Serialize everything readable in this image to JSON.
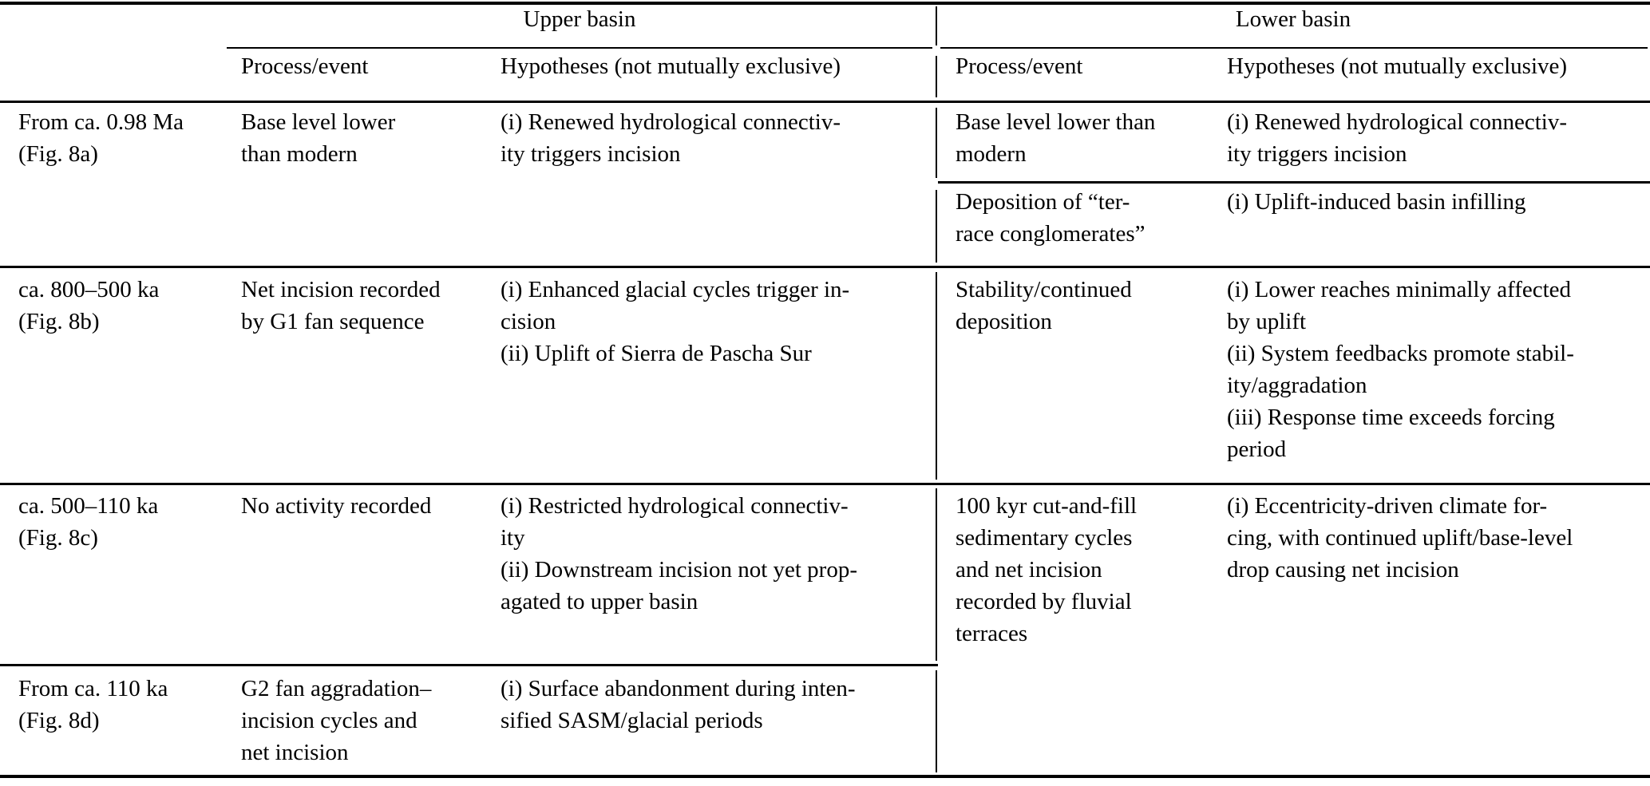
{
  "table": {
    "groups": {
      "upper": "Upper basin",
      "lower": "Lower basin"
    },
    "headers": {
      "process": "Process/event",
      "hypotheses": "Hypotheses (not mutually exclusive)"
    },
    "rows": [
      {
        "period": "From ca. 0.98 Ma\n(Fig. 8a)",
        "upper": {
          "process": "Base level lower\nthan modern",
          "hypotheses": "(i) Renewed hydrological connectiv-\nity triggers incision"
        },
        "lower_subrows": [
          {
            "process": "Base level lower than\nmodern",
            "hypotheses": "(i) Renewed hydrological connectiv-\nity triggers incision"
          },
          {
            "process": "Deposition of “ter-\nrace conglomerates”",
            "hypotheses": "(i) Uplift-induced basin infilling"
          }
        ]
      },
      {
        "period": "ca. 800–500 ka\n(Fig. 8b)",
        "upper": {
          "process": "Net incision recorded\nby G1 fan sequence",
          "hypotheses": "(i) Enhanced glacial cycles trigger in-\ncision\n(ii) Uplift of Sierra de Pascha Sur"
        },
        "lower": {
          "process": "Stability/continued\ndeposition",
          "hypotheses": "(i) Lower reaches minimally affected\nby uplift\n(ii) System feedbacks promote stabil-\nity/aggradation\n(iii) Response time exceeds forcing\nperiod"
        }
      },
      {
        "period": "ca. 500–110 ka\n(Fig. 8c)",
        "upper": {
          "process": "No activity recorded",
          "hypotheses": "(i) Restricted hydrological connectiv-\nity\n(ii) Downstream incision not yet prop-\nagated to upper basin"
        },
        "lower": {
          "process": "100 kyr cut-and-fill\nsedimentary cycles\nand net incision\nrecorded by fluvial\nterraces",
          "hypotheses": "(i) Eccentricity-driven climate for-\ncing, with continued uplift/base-level\ndrop causing net incision"
        }
      },
      {
        "period": "From ca. 110 ka\n(Fig. 8d)",
        "upper": {
          "process": "G2 fan aggradation–\nincision cycles and\nnet incision",
          "hypotheses": "(i) Surface abandonment during inten-\nsified SASM/glacial periods"
        }
      }
    ]
  }
}
